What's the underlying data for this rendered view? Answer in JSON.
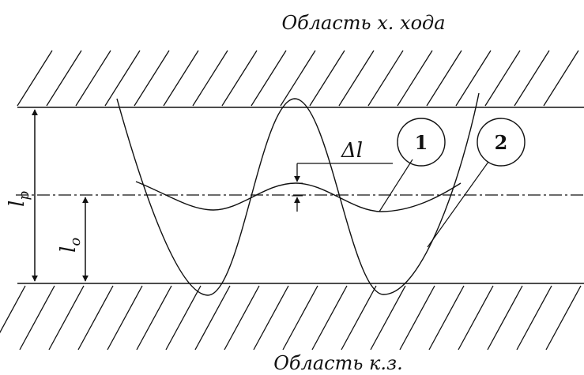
{
  "regions": {
    "top": "Область х. хода",
    "bottom": "Область к.з."
  },
  "symbols": {
    "delta_l": "Δl",
    "l_p_main": "l",
    "l_p_sub": "p",
    "l_o_main": "l",
    "l_o_sub": "o"
  },
  "callouts": {
    "c1": "1",
    "c2": "2"
  }
}
